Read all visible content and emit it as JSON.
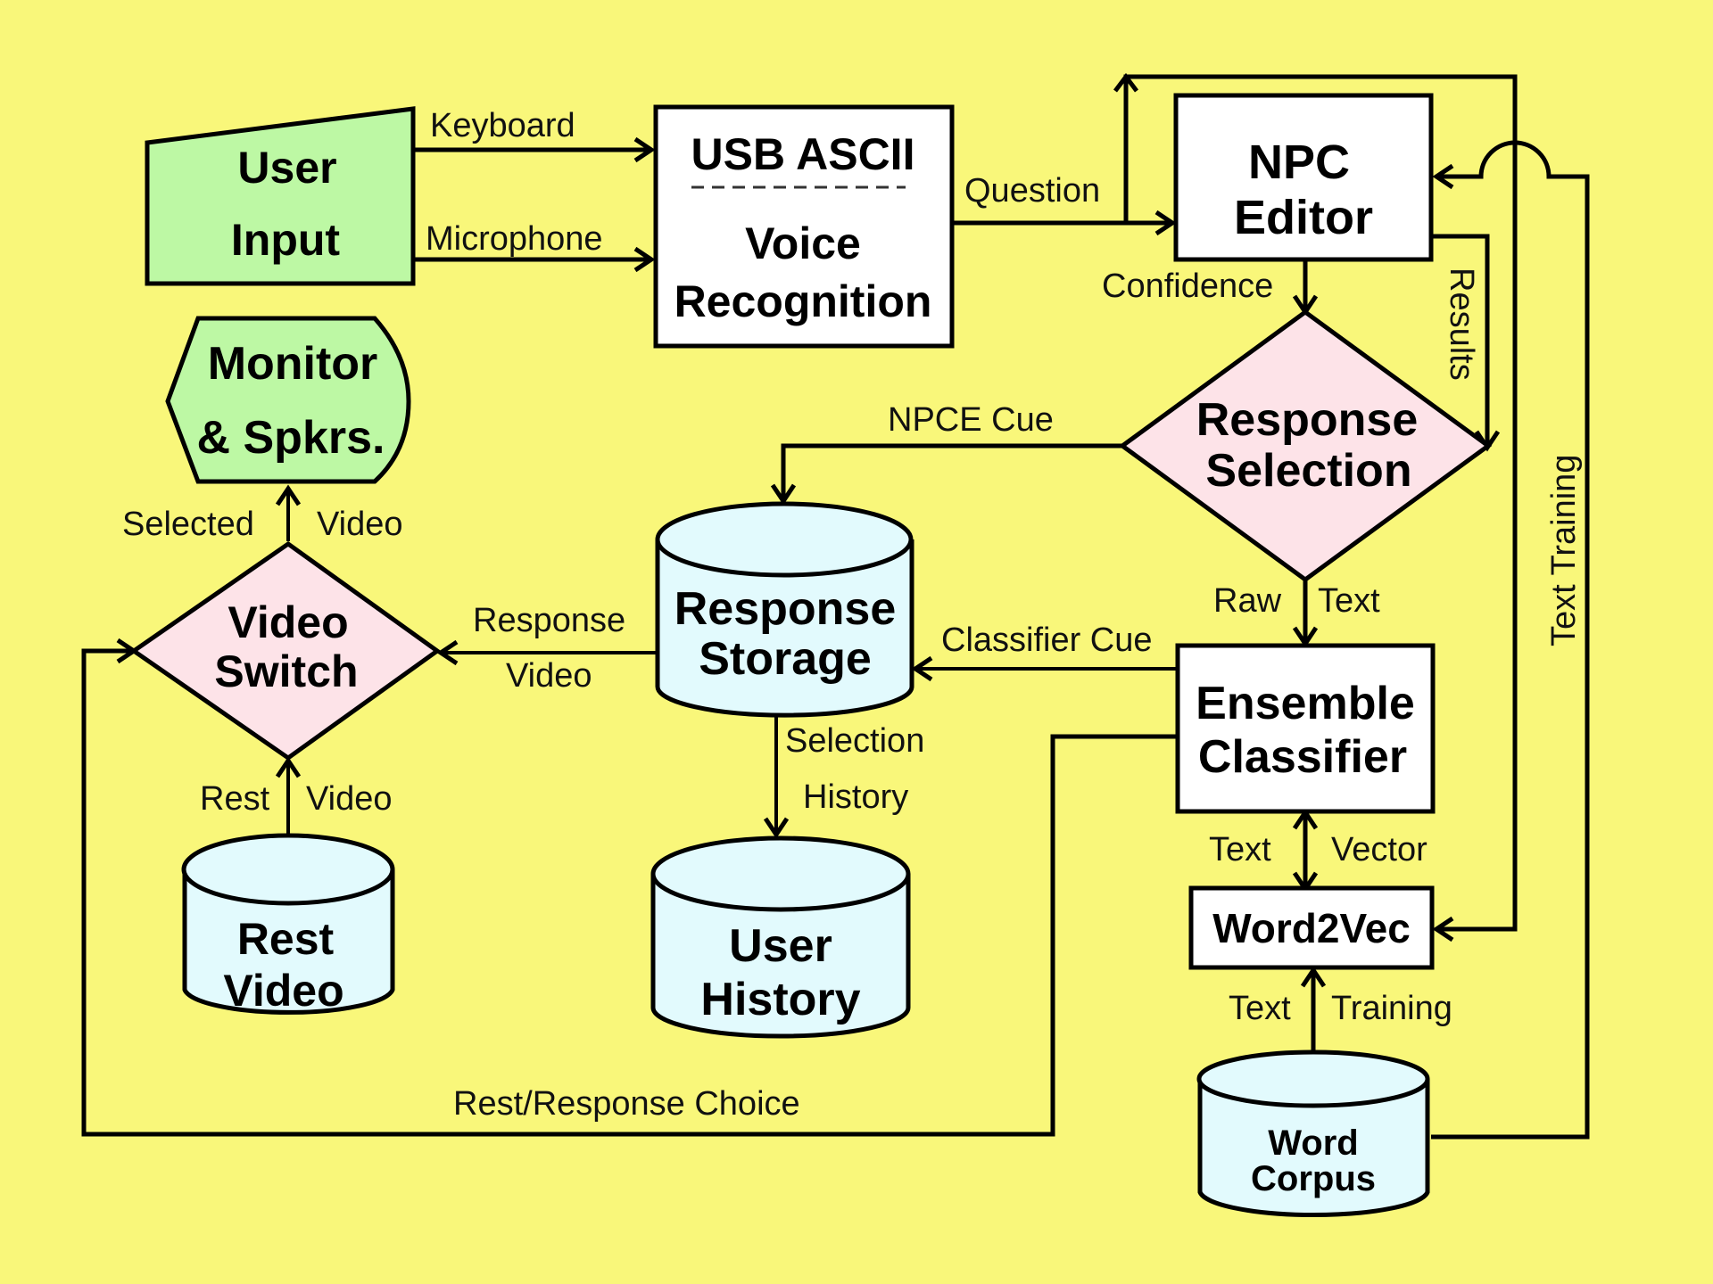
{
  "diagram": {
    "colors": {
      "background": "#f9f77a",
      "io_fill": "#bdf8a4",
      "decision_fill": "#fde3e8",
      "storage_fill": "#e2fafd",
      "process_fill": "#ffffff",
      "stroke": "#000000"
    },
    "nodes": {
      "user_input": {
        "line1": "User",
        "line2": "Input",
        "shape": "manual-input"
      },
      "usb_voice": {
        "line1": "USB ASCII",
        "line2": "Voice",
        "line3": "Recognition",
        "shape": "process"
      },
      "npc_editor": {
        "line1": "NPC",
        "line2": "Editor",
        "shape": "process"
      },
      "response_selection": {
        "line1": "Response",
        "line2": "Selection",
        "shape": "decision"
      },
      "ensemble_classifier": {
        "line1": "Ensemble",
        "line2": "Classifier",
        "shape": "process"
      },
      "word2vec": {
        "line1": "Word2Vec",
        "shape": "process"
      },
      "word_corpus": {
        "line1": "Word",
        "line2": "Corpus",
        "shape": "storage"
      },
      "response_storage": {
        "line1": "Response",
        "line2": "Storage",
        "shape": "storage"
      },
      "user_history": {
        "line1": "User",
        "line2": "History",
        "shape": "storage"
      },
      "video_switch": {
        "line1": "Video",
        "line2": "Switch",
        "shape": "decision"
      },
      "rest_video": {
        "line1": "Rest",
        "line2": "Video",
        "shape": "storage"
      },
      "monitor_speakers": {
        "line1": "Monitor",
        "line2": "& Spkrs.",
        "shape": "display"
      }
    },
    "edges": {
      "keyboard": "Keyboard",
      "microphone": "Microphone",
      "question": "Question",
      "confidence": "Confidence",
      "results": "Results",
      "text_training_vertical": "Text Training",
      "npce_cue": "NPCE Cue",
      "raw": "Raw",
      "text_raw": "Text",
      "classifier_cue": "Classifier Cue",
      "response": "Response",
      "video_response": "Video",
      "selected": "Selected",
      "video_selected": "Video",
      "rest": "Rest",
      "video_rest": "Video",
      "selection": "Selection",
      "history": "History",
      "text_vec": "Text",
      "vector": "Vector",
      "text_corpus": "Text",
      "training": "Training",
      "rest_response_choice": "Rest/Response Choice"
    }
  }
}
